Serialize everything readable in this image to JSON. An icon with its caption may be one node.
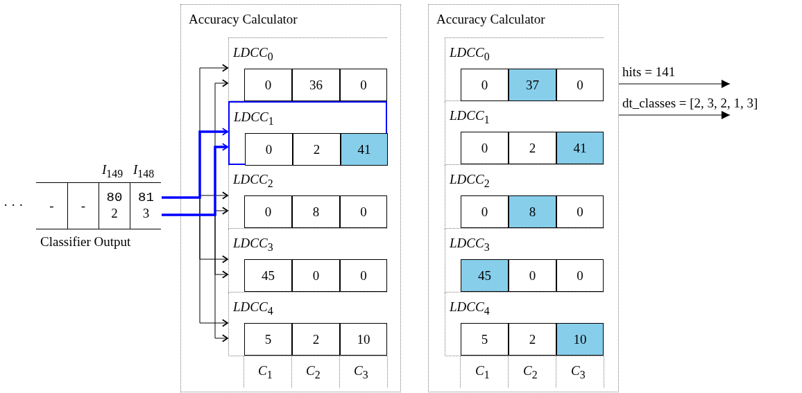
{
  "diagram": {
    "nodes": [
      {
        "text": [
          "Classifier Output"
        ]
      },
      {
        "text": [
          "-"
        ],
        "in": 0
      },
      {
        "text": [
          "-"
        ],
        "in": 0
      },
      {
        "text": [
          "80",
          "2"
        ],
        "in": 0,
        "beside": [
          "*I*$_{149}$"
        ]
      },
      {
        "text": [
          "81",
          "3"
        ],
        "in": 0,
        "beside": [
          "*I*$_{148}$"
        ]
      },
      {
        "text": [
          "Accuracy Calculator"
        ]
      },
      {
        "text": [
          "*LDCC*$_{0}$"
        ],
        "in": 5
      },
      {
        "text": [
          "0"
        ],
        "in": 6
      },
      {
        "text": [
          "36"
        ],
        "in": 6
      },
      {
        "text": [
          "0"
        ],
        "in": 6
      },
      {
        "text": [
          "*LDCC*$_{1}$"
        ],
        "in": 5
      },
      {
        "text": [
          "0"
        ],
        "in": 10
      },
      {
        "text": [
          "2"
        ],
        "in": 10
      },
      {
        "text": [
          "41"
        ],
        "in": 10
      },
      {
        "text": [
          "*LDCC*$_{2}$"
        ],
        "in": 5
      },
      {
        "text": [
          "0"
        ],
        "in": 14
      },
      {
        "text": [
          "8"
        ],
        "in": 14
      },
      {
        "text": [
          "0"
        ],
        "in": 14
      },
      {
        "text": [
          "*LDCC*$_{3}$"
        ],
        "in": 5
      },
      {
        "text": [
          "45"
        ],
        "in": 18
      },
      {
        "text": [
          "0"
        ],
        "in": 18
      },
      {
        "text": [
          "0"
        ],
        "in": 18
      },
      {
        "text": [
          "*LDCC*$_{4}$"
        ],
        "in": 5
      },
      {
        "text": [
          "5"
        ],
        "in": 22
      },
      {
        "text": [
          "2"
        ],
        "in": 22
      },
      {
        "text": [
          "10"
        ],
        "in": 22
      },
      {
        "text": [
          "Accuracy Calculator"
        ]
      },
      {
        "text": [
          "*LDCC*$_{0}$"
        ],
        "in": 26
      },
      {
        "text": [
          "0"
        ],
        "in": 27
      },
      {
        "text": [
          "37"
        ],
        "in": 27
      },
      {
        "text": [
          "0"
        ],
        "in": 27
      },
      {
        "text": [
          "*LDCC*$_{1}$"
        ],
        "in": 26
      },
      {
        "text": [
          "0"
        ],
        "in": 31
      },
      {
        "text": [
          "2"
        ],
        "in": 31
      },
      {
        "text": [
          "41"
        ],
        "in": 31
      },
      {
        "text": [
          "*LDCC*$_{2}$"
        ],
        "in": 26
      },
      {
        "text": [
          "0"
        ],
        "in": 35
      },
      {
        "text": [
          "8"
        ],
        "in": 35
      },
      {
        "text": [
          "0"
        ],
        "in": 35
      },
      {
        "text": [
          "*LDCC*$_{3}$"
        ],
        "in": 26
      },
      {
        "text": [
          "45"
        ],
        "in": 39
      },
      {
        "text": [
          "0"
        ],
        "in": 39
      },
      {
        "text": [
          "0"
        ],
        "in": 39
      },
      {
        "text": [
          "*LDCC*$_{4}$"
        ],
        "in": 26
      },
      {
        "text": [
          "5"
        ],
        "in": 43
      },
      {
        "text": [
          "2"
        ],
        "in": 43
      },
      {
        "text": [
          "10"
        ],
        "in": 43
      }
    ],
    "edges": [
      {
        "from": 4,
        "to": 6,
        "arrow": "to"
      },
      {
        "from": 4,
        "to": 6,
        "arrow": "to"
      },
      {
        "from": 4,
        "to": 10,
        "arrow": "to",
        "style": "thick",
        "color": "#0000ff"
      },
      {
        "from": 4,
        "to": 10,
        "arrow": "to",
        "style": "thick",
        "color": "#0000ff"
      },
      {
        "from": 4,
        "to": 14,
        "arrow": "to"
      },
      {
        "from": 4,
        "to": 14,
        "arrow": "to"
      },
      {
        "from": 4,
        "to": 18,
        "arrow": "to"
      },
      {
        "from": 4,
        "to": 18,
        "arrow": "to"
      },
      {
        "from": 4,
        "to": 22,
        "arrow": "to"
      },
      {
        "from": 4,
        "to": 22,
        "arrow": "to"
      },
      {
        "from": 26,
        "to": null,
        "arrow": "to",
        "label": "hits = 141"
      },
      {
        "from": 26,
        "to": null,
        "arrow": "to",
        "label": "dt_classes = [2, 3, 2, 1, 3]"
      }
    ],
    "labels": [
      "· · ·",
      "*C*$_{1}$",
      "*C*$_{2}$",
      "*C*$_{3}$",
      "*C*$_{1}$",
      "*C*$_{2}$",
      "*C*$_{3}$"
    ]
  }
}
